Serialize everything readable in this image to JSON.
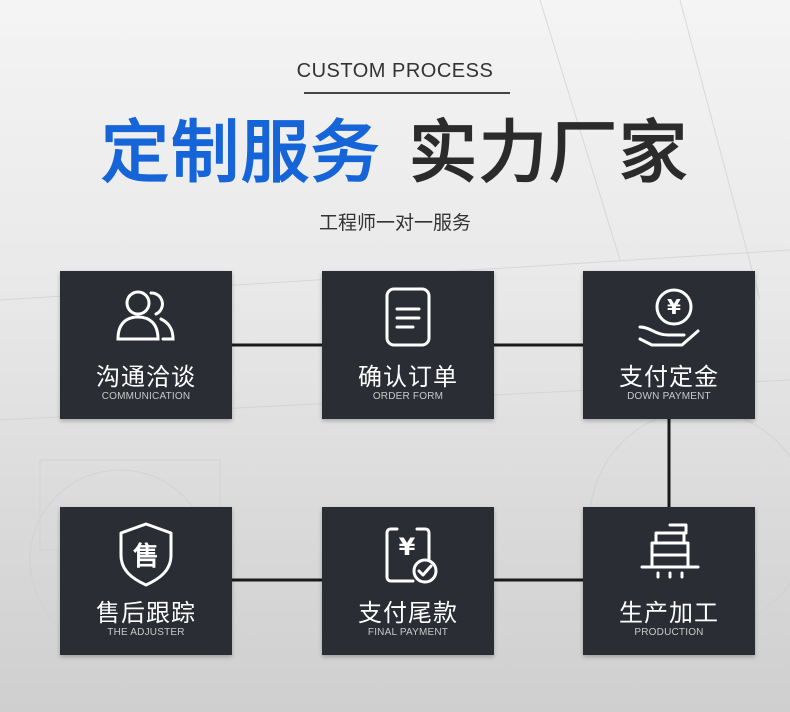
{
  "header": {
    "subtitle_en": "CUSTOM PROCESS",
    "headline_blue": "定制服务",
    "headline_dark": "实力厂家",
    "tagline": "工程师一对一服务"
  },
  "colors": {
    "accent_blue": "#1565d8",
    "card_bg": "#2a2d33",
    "connector": "#1a1a1a"
  },
  "steps": [
    {
      "zh": "沟通洽谈",
      "en": "COMMUNICATION",
      "icon": "people-icon"
    },
    {
      "zh": "确认订单",
      "en": "ORDER FORM",
      "icon": "document-icon"
    },
    {
      "zh": "支付定金",
      "en": "DOWN PAYMENT",
      "icon": "yen-coin-hand-icon"
    },
    {
      "zh": "售后跟踪",
      "en": "THE ADJUSTER",
      "icon": "shield-icon"
    },
    {
      "zh": "支付尾款",
      "en": "FINAL PAYMENT",
      "icon": "yen-check-icon"
    },
    {
      "zh": "生产加工",
      "en": "PRODUCTION",
      "icon": "machine-icon"
    }
  ],
  "icon_glyphs": {
    "yen": "¥",
    "shield_char": "售"
  }
}
